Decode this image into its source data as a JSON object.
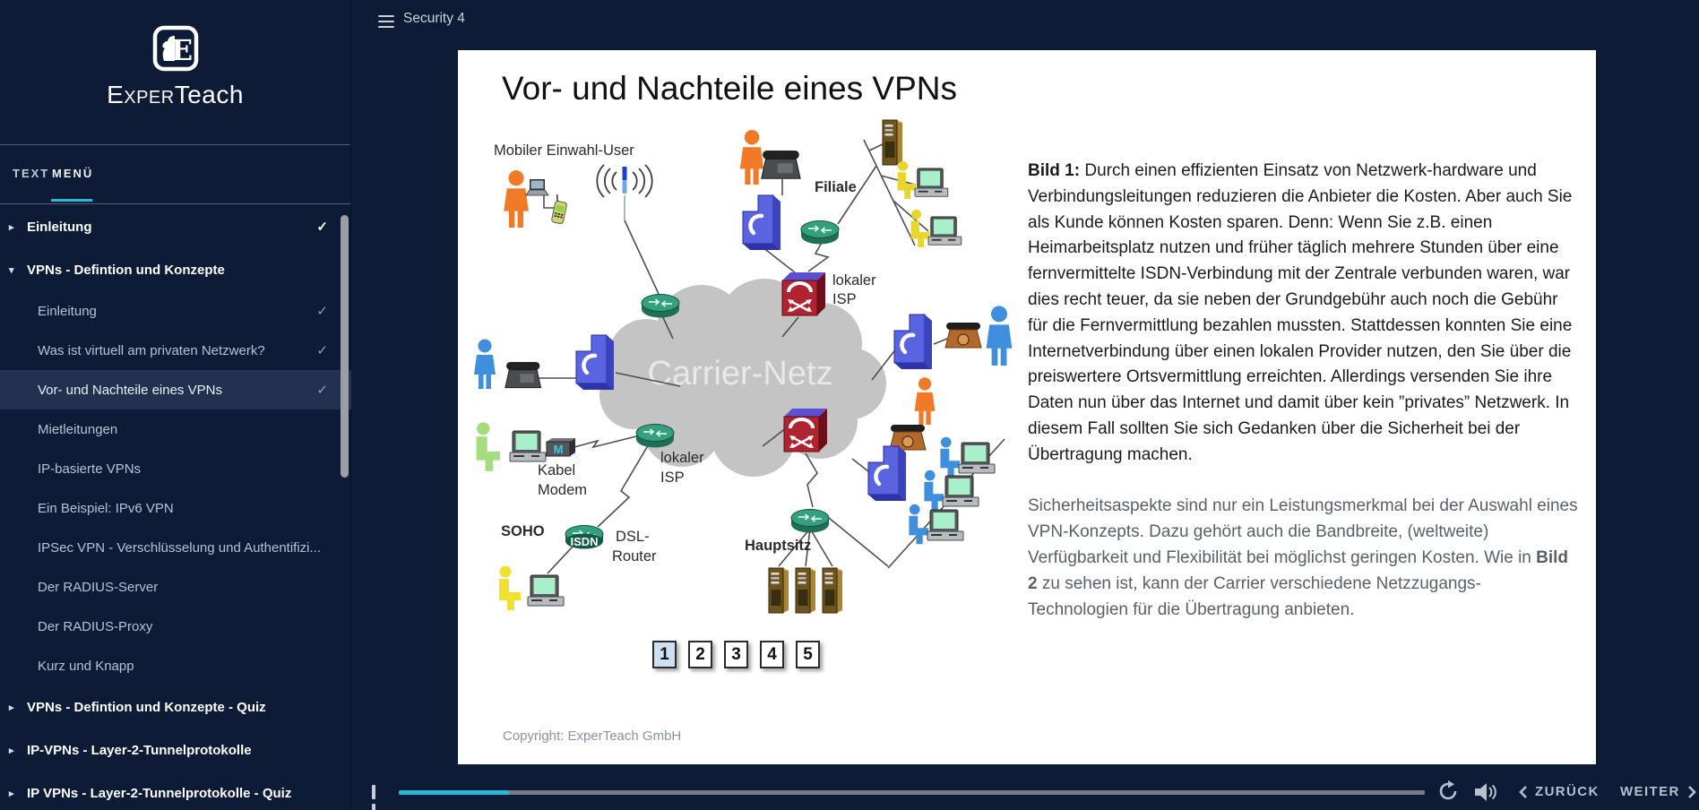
{
  "app": {
    "background": "#0d1b36",
    "accent": "#2bb7d8"
  },
  "icons": {
    "expanded": "▾",
    "collapsed": "▸",
    "checked": "✓"
  },
  "sidebar": {
    "logo": {
      "letter": "E",
      "brand_part1": "Exper",
      "brand_part2": "Teach"
    },
    "tabs": {
      "text": "TEXT",
      "menu": "MENÜ",
      "active": "MENÜ"
    },
    "menu": [
      {
        "label": "Einleitung",
        "level": 0,
        "expand": "collapsed",
        "checked": true
      },
      {
        "label": "VPNs - Defintion und Konzepte",
        "level": 0,
        "expand": "expanded"
      },
      {
        "label": "Einleitung",
        "level": 1,
        "checked": true
      },
      {
        "label": "Was ist virtuell am privaten Netzwerk?",
        "level": 1,
        "checked": true
      },
      {
        "label": "Vor- und Nachteile eines VPNs",
        "level": 1,
        "checked": true,
        "active": true
      },
      {
        "label": "Mietleitungen",
        "level": 1
      },
      {
        "label": "IP-basierte VPNs",
        "level": 1
      },
      {
        "label": "Ein Beispiel: IPv6 VPN",
        "level": 1
      },
      {
        "label": "IPSec VPN - Verschlüsselung und Authentifizi...",
        "level": 1
      },
      {
        "label": "Der RADIUS-Server",
        "level": 1
      },
      {
        "label": "Der RADIUS-Proxy",
        "level": 1
      },
      {
        "label": "Kurz und Knapp",
        "level": 1
      },
      {
        "label": "VPNs - Defintion und Konzepte - Quiz",
        "level": 0,
        "expand": "collapsed"
      },
      {
        "label": "IP-VPNs - Layer-2-Tunnelprotokolle",
        "level": 0,
        "expand": "collapsed"
      },
      {
        "label": "IP VPNs - Layer-2-Tunnelprotokolle - Quiz",
        "level": 0,
        "expand": "collapsed"
      }
    ]
  },
  "topbar": {
    "title": "Security 4"
  },
  "slide": {
    "title": "Vor- und Nachteile eines VPNs",
    "copyright": "Copyright: ExperTeach GmbH",
    "pagination": {
      "pages": [
        "1",
        "2",
        "3",
        "4",
        "5"
      ],
      "active_index": 0
    },
    "diagram": {
      "carrier_cloud": "Carrier-Netz",
      "mobile_user": "Mobiler Einwahl-User",
      "filiale": "Filiale",
      "isp_top_line1": "lokaler",
      "isp_top_line2": "ISP",
      "isp_left_line1": "lokaler",
      "isp_left_line2": "ISP",
      "kabel_line1": "Kabel",
      "kabel_line2": "Modem",
      "soho": "SOHO",
      "isdn": "ISDN",
      "dsl_line1": "DSL-",
      "dsl_line2": "Router",
      "hauptsitz": "Hauptsitz",
      "modem_m": "M"
    },
    "content": {
      "para1_lead": "Bild 1:",
      "para1_body": " Durch einen effizienten Einsatz von Netzwerk-hardware und Verbindungsleitungen reduzieren die Anbieter die Kosten. Aber auch Sie als Kunde können Kosten sparen. Denn: Wenn Sie z.B. einen Heimarbeitsplatz nutzen und früher täglich mehrere Stunden über eine fernvermittelte ISDN-Verbindung mit der Zentrale verbunden waren, war dies recht teuer, da sie neben der Grundgebühr auch noch die Gebühr für die Fernvermittlung bezahlen mussten. Stattdessen konnten Sie eine Internetverbindung über einen lokalen Provider nutzen, den Sie über die preiswertere Ortsvermittlung erreichten. Allerdings versenden Sie ihre Daten nun über das Internet und damit über kein ”privates” Netzwerk. In diesem Fall  sollten Sie sich Gedanken über die Sicherheit bei der Übertragung machen.",
      "para2_part1": "Sicherheitsaspekte sind nur ein Leistungsmerkmal bei der Auswahl eines VPN-Konzepts. Dazu gehört auch die Bandbreite, (weltweite) Verfügbarkeit und Flexibilität bei möglichst geringen Kosten. Wie in ",
      "para2_bold": "Bild 2",
      "para2_part2": " zu sehen ist, kann der Carrier verschiedene Netzzugangs-Technologien für die Übertragung anbieten."
    }
  },
  "player": {
    "progress_percent": 10.7,
    "back_label": "ZURÜCK",
    "next_label": "WEITER"
  }
}
